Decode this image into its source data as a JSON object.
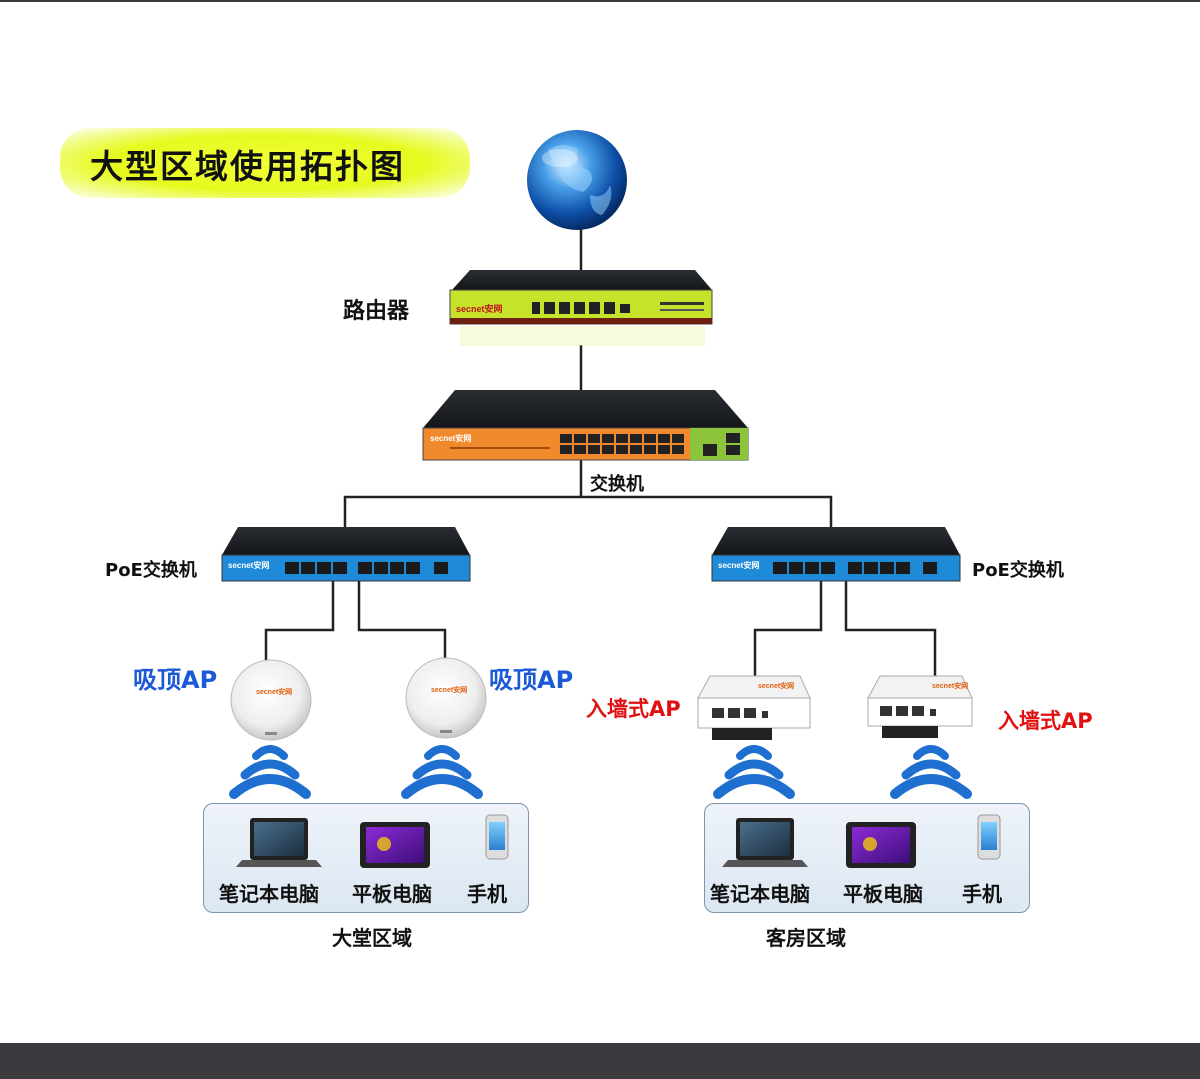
{
  "title": "大型区域使用拓扑图",
  "router": {
    "label": "路由器",
    "brand": "secnet",
    "brand_cn": "安网"
  },
  "core_switch": {
    "label": "交换机",
    "brand": "secnet"
  },
  "poe_left": {
    "label": "PoE交换机",
    "brand": "secnet",
    "brand_cn": "安网"
  },
  "poe_right": {
    "label": "PoE交换机",
    "brand": "secnet",
    "brand_cn": "安网"
  },
  "ceiling_ap": {
    "label_left": "吸顶AP",
    "label_right": "吸顶AP",
    "brand": "secnet安网"
  },
  "wall_ap": {
    "label_left": "入墙式AP",
    "label_right": "入墙式AP",
    "brand": "secnet安网"
  },
  "left_zone": {
    "name": "大堂区域",
    "devices": [
      "笔记本电脑",
      "平板电脑",
      "手机"
    ]
  },
  "right_zone": {
    "name": "客房区域",
    "devices": [
      "笔记本电脑",
      "平板电脑",
      "手机"
    ]
  },
  "colors": {
    "title_highlight": "#e6fa1e",
    "wifi_blue": "#1f6fd0",
    "label_blue": "#1b59d6",
    "label_red": "#e01010",
    "router_panel": "#c6e22a",
    "switch_panel": "#f08a2c",
    "poe_panel": "#1f8bd8",
    "footer": "#3b3b3f"
  }
}
